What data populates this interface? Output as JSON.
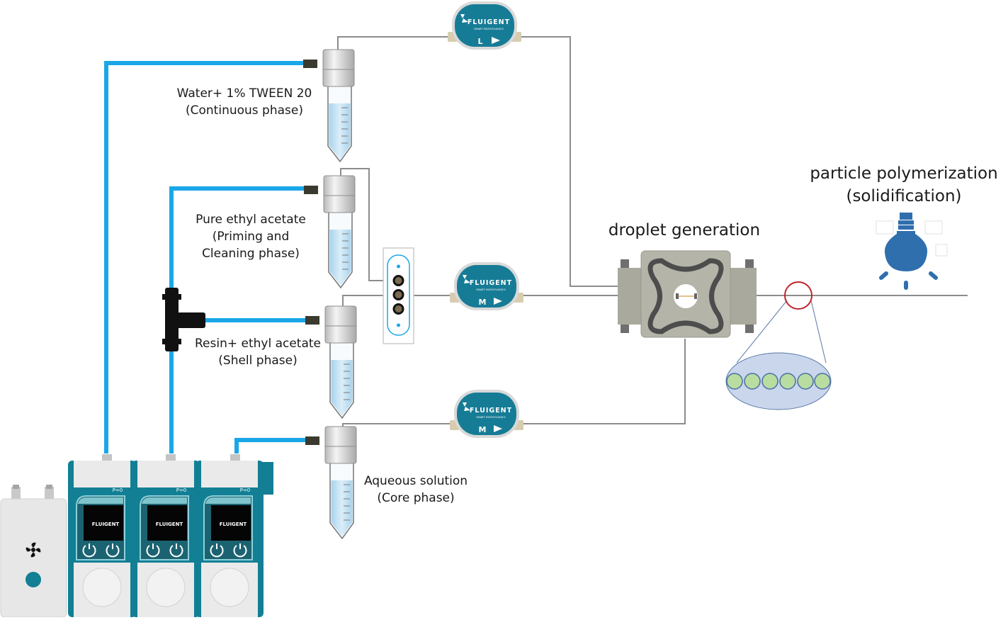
{
  "labels": {
    "water": {
      "line1": "Water+ 1% TWEEN 20",
      "line2": "(Continuous phase)"
    },
    "ethyl": {
      "line1": "Pure ethyl acetate",
      "line2": "(Priming and",
      "line3": "Cleaning phase)"
    },
    "resin": {
      "line1": "Resin+ ethyl acetate",
      "line2": "(Shell phase)"
    },
    "aqueous": {
      "line1": "Aqueous solution",
      "line2": "(Core phase)"
    },
    "droplet": "droplet generation",
    "polymer": {
      "line1": "particle polymerization",
      "line2": "(solidification)"
    }
  },
  "flow_sensors": [
    {
      "id": "sensor-top",
      "brand": "FLUIGENT",
      "tagline": "SMART MICROFLUIDICS",
      "size": "L"
    },
    {
      "id": "sensor-middle",
      "brand": "FLUIGENT",
      "tagline": "SMART MICROFLUIDICS",
      "size": "M"
    },
    {
      "id": "sensor-bottom",
      "brand": "FLUIGENT",
      "tagline": "SMART MICROFLUIDICS",
      "size": "M"
    }
  ],
  "controllers": [
    {
      "brand": "FLUIGENT",
      "pressure": "P=0"
    },
    {
      "brand": "FLUIGENT",
      "pressure": "P=0"
    },
    {
      "brand": "FLUIGENT",
      "pressure": "P=0"
    }
  ],
  "colors": {
    "pressure_tube": "#1aa7e8",
    "fluid_line": "#8c8c8c",
    "instrument_teal": "#127f95",
    "sensor_teal": "#167c96",
    "chip_gray": "#b4b4a8",
    "bulb_blue": "#2f6fae",
    "droplet_green": "#b9dca1",
    "zoom_red": "#c0242b"
  },
  "icons": [
    "fan-icon",
    "power-icon",
    "play-icon",
    "fluigent-logo-icon",
    "light-bulb-icon"
  ]
}
